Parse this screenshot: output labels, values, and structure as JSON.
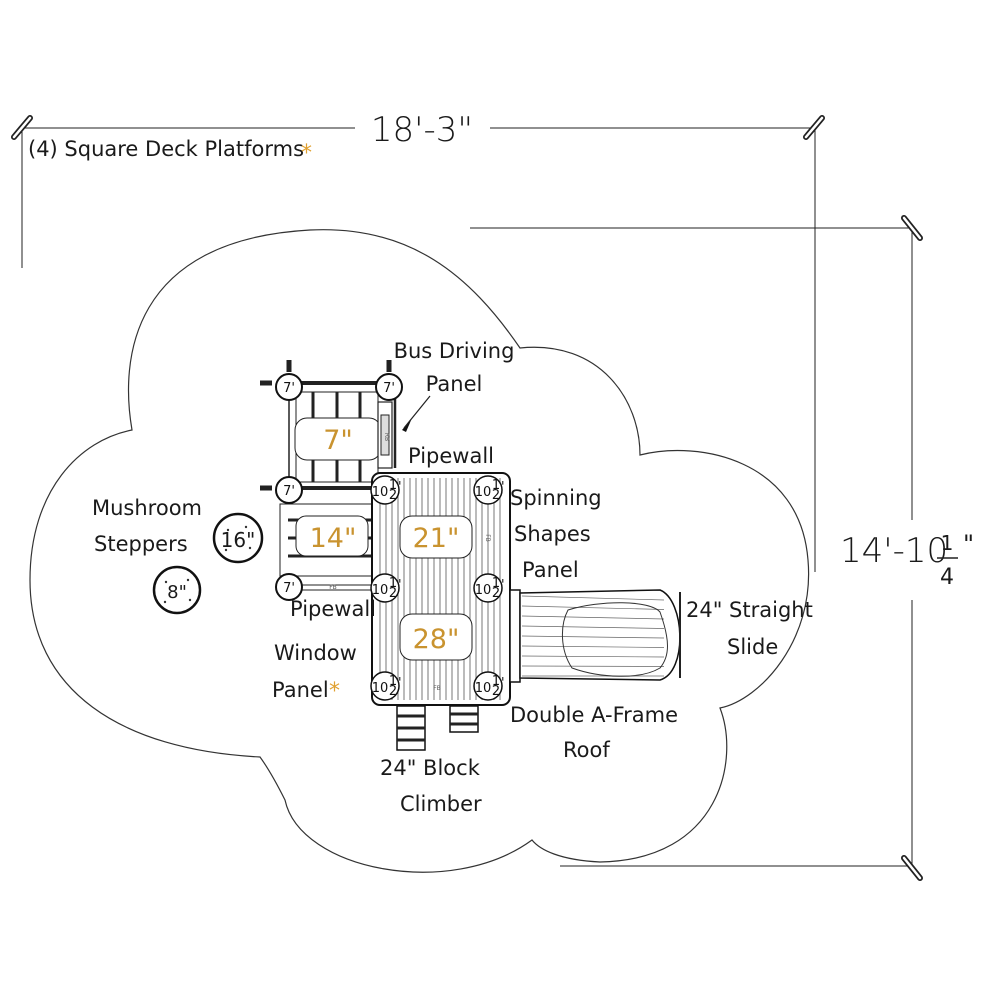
{
  "dimensions": {
    "width": "18'-3\"",
    "depth_whole": "14'-10",
    "depth_frac_num": "1",
    "depth_frac_den": "4",
    "depth_inch": "\""
  },
  "note": {
    "text": "(4) Square Deck Platforms",
    "star": "*"
  },
  "labels": {
    "bus_1": "Bus Driving",
    "bus_2": "Panel",
    "pipewall_top": "Pipewall",
    "spin_1": "Spinning",
    "spin_2": "Shapes",
    "spin_3": "Panel",
    "mush_1": "Mushroom",
    "mush_2": "Steppers",
    "pipewall_left": "Pipewall",
    "window_1": "Window",
    "window_2": "Panel",
    "window_star": "*",
    "slide_1": "24\" Straight",
    "slide_2": "Slide",
    "roof_1": "Double A-Frame",
    "roof_2": "Roof",
    "climber_1": "24\" Block",
    "climber_2": "Climber"
  },
  "decks": {
    "d7": "7\"",
    "d14": "14\"",
    "d21": "21\"",
    "d28": "28\""
  },
  "steppers": {
    "s16": "16\"",
    "s8": "8\""
  },
  "posts": {
    "seven": "7'",
    "ten_whole": "10",
    "ten_num": "1",
    "ten_den": "2",
    "ten_mark": "'"
  },
  "panel_codes": {
    "fb": "FB",
    "rb": "RB"
  },
  "colors": {
    "deck_label": "#c9932f",
    "star": "#e0a030",
    "line": "#222222"
  }
}
